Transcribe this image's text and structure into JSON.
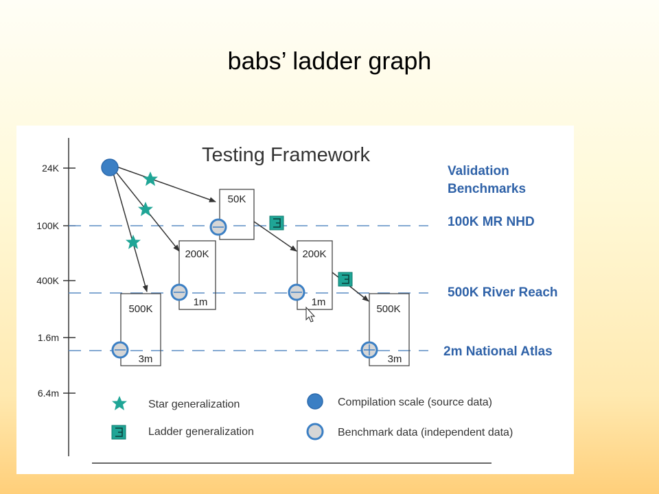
{
  "slide": {
    "title": "babs’ ladder graph"
  },
  "diagram": {
    "title": "Testing Framework",
    "axis_ticks": [
      "24K",
      "100K",
      "400K",
      "1.6m",
      "6.4m"
    ],
    "boxes": [
      {
        "top": "500K",
        "bottom": "3m"
      },
      {
        "top": "200K",
        "bottom": "1m"
      },
      {
        "top": "50K",
        "bottom": ""
      },
      {
        "top": "200K",
        "bottom": "1m"
      },
      {
        "top": "500K",
        "bottom": "3m"
      }
    ],
    "benchmarks_heading": [
      "Validation",
      "Benchmarks"
    ],
    "benchmarks": [
      "100K MR NHD",
      "500K River Reach",
      "2m National Atlas"
    ],
    "legend": {
      "star": "Star generalization",
      "ladder": "Ladder generalization",
      "compilation": "Compilation scale (source data)",
      "benchmark": "Benchmark data (independent data)"
    },
    "colors": {
      "teal": "#1fa596",
      "blue": "#3b7fc4",
      "benchmark_fill": "#d6d6d6",
      "dash": "#5a8bc4",
      "bench_text": "#2f62a8"
    }
  }
}
